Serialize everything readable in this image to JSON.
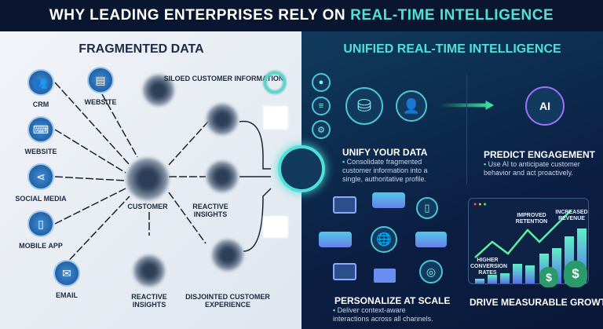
{
  "title": {
    "prefix": "WHY LEADING ENTERPRISES RELY ON",
    "highlight": "REAL-TIME INTELLIGENCE"
  },
  "left": {
    "heading": "FRAGMENTED DATA",
    "sources": [
      {
        "label": "CRM",
        "icon": "users-icon"
      },
      {
        "label": "WEBSITE",
        "icon": "code-window-icon"
      },
      {
        "label": "SOCIAL MEDIA",
        "icon": "share-icon"
      },
      {
        "label": "MOBILE APP",
        "icon": "smartphone-icon"
      },
      {
        "label": "EMAIL",
        "icon": "envelope-icon"
      }
    ],
    "website_top": "WEBSITE",
    "center": "CUSTOMER",
    "siloed": "SILOED CUSTOMER INFORMATION",
    "reactive_right": "REACTIVE INSIGHTS",
    "reactive_bottom": "REACTIVE INSIGHTS",
    "disjointed": "DISJOINTED CUSTOMER EXPERIENCE"
  },
  "right": {
    "heading": "UNIFIED REAL-TIME INTELLIGENCE",
    "sections": [
      {
        "title": "UNIFY YOUR DATA",
        "desc": "Consolidate fragmented customer information into a single, authoritative profile."
      },
      {
        "title": "PREDICT ENGAGEMENT",
        "desc": "Use AI to anticipate customer behavior and act proactively."
      },
      {
        "title": "PERSONALIZE AT SCALE",
        "desc": "Deliver context-aware interactions across all channels."
      },
      {
        "title": "DRIVE MEASURABLE GROWTH",
        "desc": ""
      }
    ],
    "ai_label": "AI",
    "growth_labels": {
      "retention": "IMPROVED RETENTION",
      "revenue": "INCREASED REVENUE",
      "conversion": "HIGHER CONVERSION RATES"
    },
    "money_symbol": "$"
  },
  "colors": {
    "accent": "#4fe0d8",
    "navy": "#0b1a33",
    "left_bg": "#e6ecf3"
  }
}
